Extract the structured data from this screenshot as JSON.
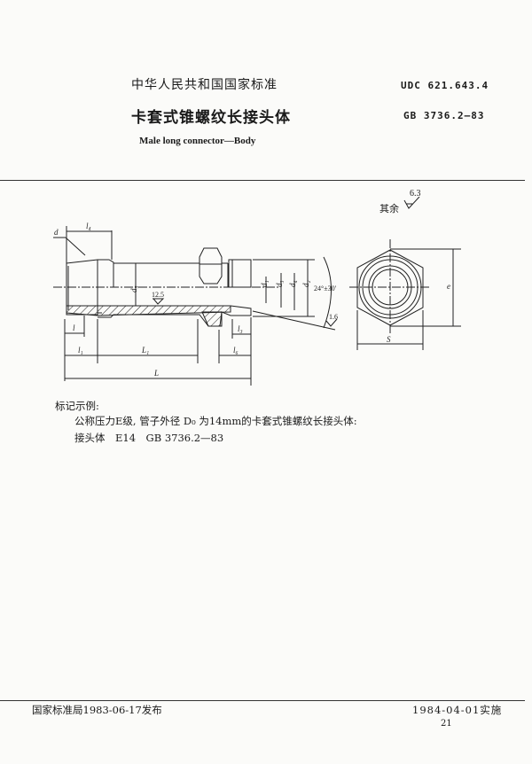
{
  "header": {
    "org": "中华人民共和国国家标准",
    "udc": "UDC 621.643.4",
    "title_cn": "卡套式锥螺纹长接头体",
    "standard_no": "GB 3736.2—83",
    "title_en": "Male long connector—Body"
  },
  "roughness_note": {
    "value": "6.3",
    "label": "其余"
  },
  "drawing": {
    "labels": {
      "d": "d",
      "l4": "l₄",
      "d5": "d₅",
      "ra_inner": "12.5",
      "d1": "d₁",
      "d3": "d₃",
      "d4": "d₄",
      "d2": "d₂",
      "angle": "24°±30′",
      "ra_cone": "1.6",
      "e": "e",
      "s": "S",
      "l": "l",
      "l1": "l₁",
      "L1": "L₁",
      "l3": "l₃",
      "l6": "l₆",
      "L": "L"
    }
  },
  "marking": {
    "heading": "标记示例:",
    "line1": "公称压力E级, 管子外径 D₀ 为14mm的卡套式锥螺纹长接头体:",
    "line2": "接头体　E14　GB 3736.2—83"
  },
  "footer": {
    "issued": "国家标准局1983-06-17发布",
    "effective": "1984-04-01实施",
    "page": "21"
  }
}
